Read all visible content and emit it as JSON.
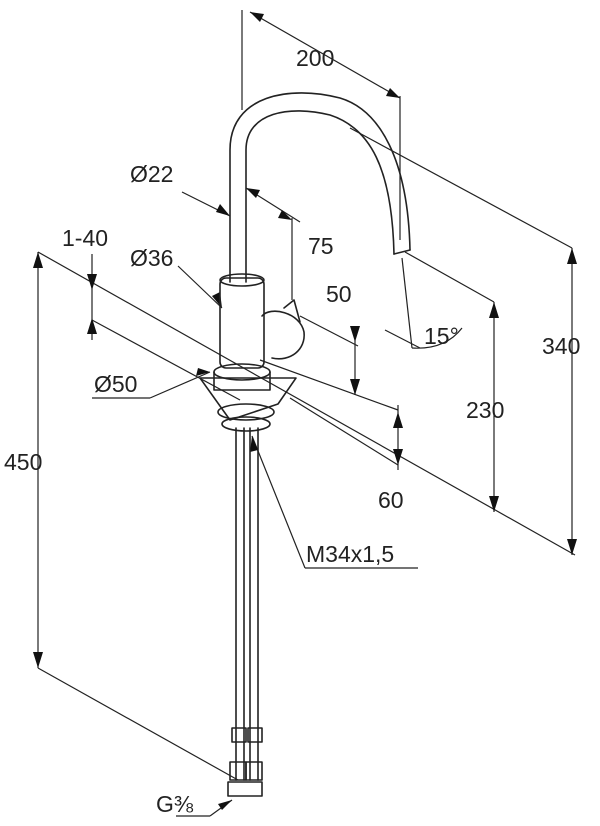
{
  "labels": {
    "spout_reach": "200",
    "spout_height_total": "340",
    "spout_outlet_height": "230",
    "outlet_angle": "15°",
    "spout_diameter": "Ø22",
    "body_diameter": "Ø36",
    "base_diameter": "Ø50",
    "lever_offset": "75",
    "lever_width": "50",
    "base_height": "60",
    "countertop_thickness": "1-40",
    "hose_length": "450",
    "mount_thread": "M34x1,5",
    "hose_connection": "G⅜"
  }
}
